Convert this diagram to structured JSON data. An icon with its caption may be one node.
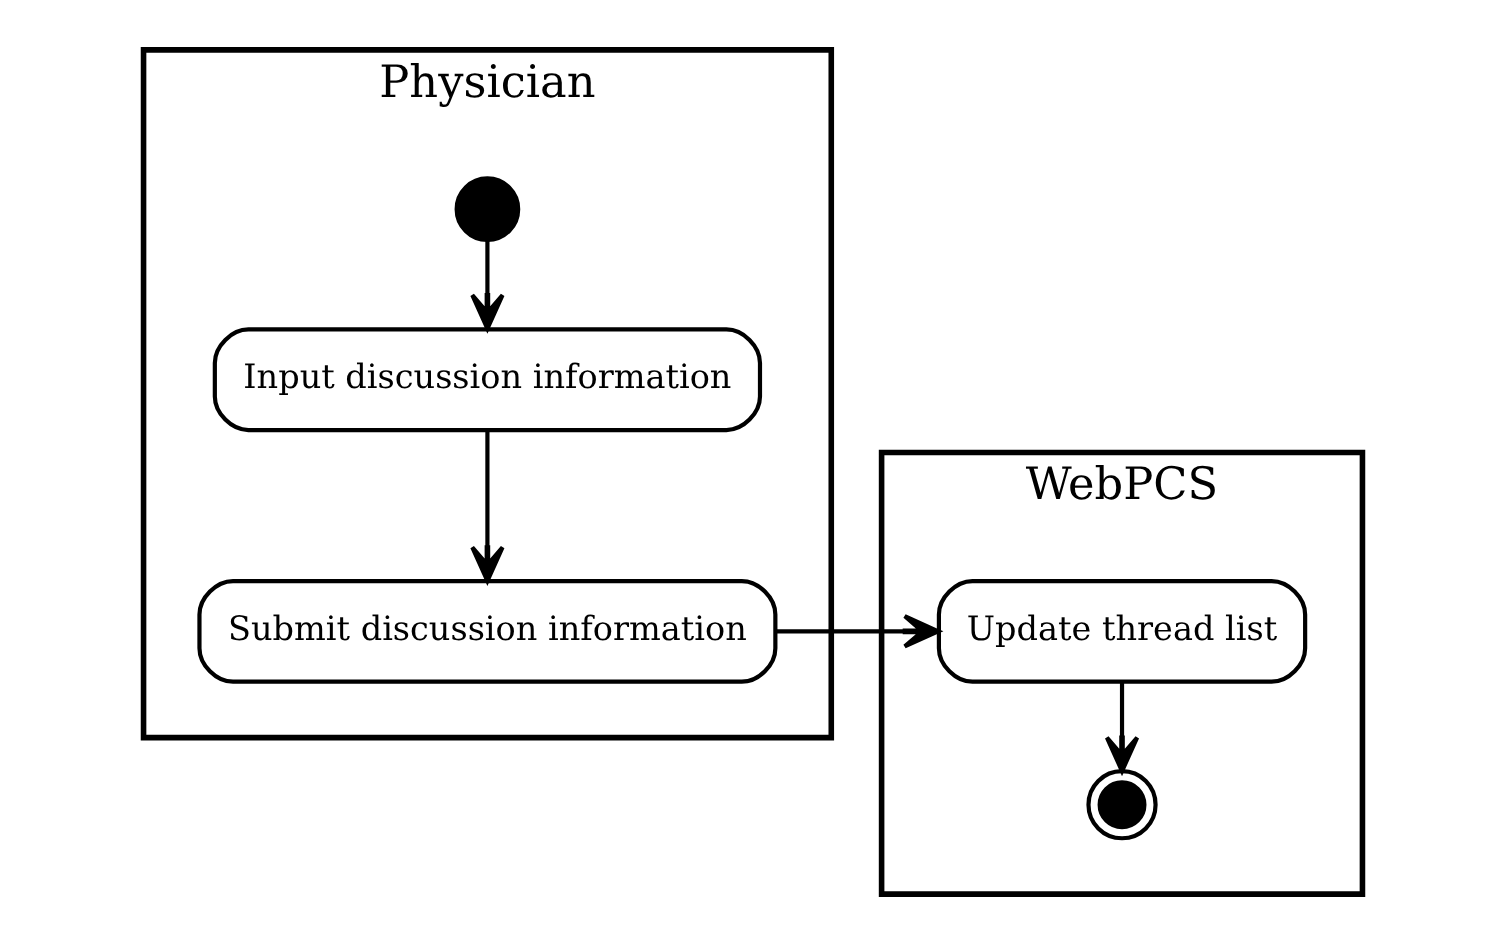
{
  "diagram": {
    "nodes": [
      {
        "text": [
          "Physician"
        ]
      },
      {
        "text": [
          "WebPCS"
        ]
      },
      {
        "text": [],
        "shape": "circle",
        "in": 0
      },
      {
        "text": [
          "Input discussion information"
        ],
        "in": 0
      },
      {
        "text": [
          "Submit discussion information"
        ],
        "in": 0
      },
      {
        "text": [
          "Update thread list"
        ],
        "in": 1
      },
      {
        "text": [],
        "shape": "bullseye",
        "in": 1
      }
    ],
    "edges": [
      {
        "from": 2,
        "to": 3,
        "arrow": "to"
      },
      {
        "from": 3,
        "to": 4,
        "arrow": "to"
      },
      {
        "from": 4,
        "to": 5,
        "arrow": "to"
      },
      {
        "from": 5,
        "to": 6,
        "arrow": "to"
      }
    ]
  }
}
